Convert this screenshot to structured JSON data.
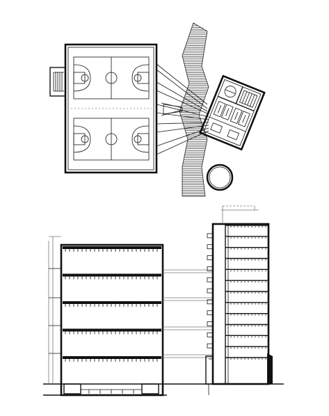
{
  "drawing": {
    "colors": {
      "line": "#111111",
      "hatch": "#555555",
      "background": "#ffffff"
    },
    "plan": {
      "courts": 2,
      "round_tower": true,
      "bridge_links": 7
    },
    "section": {
      "hall_floors": 5,
      "tower_floors": 13
    }
  }
}
